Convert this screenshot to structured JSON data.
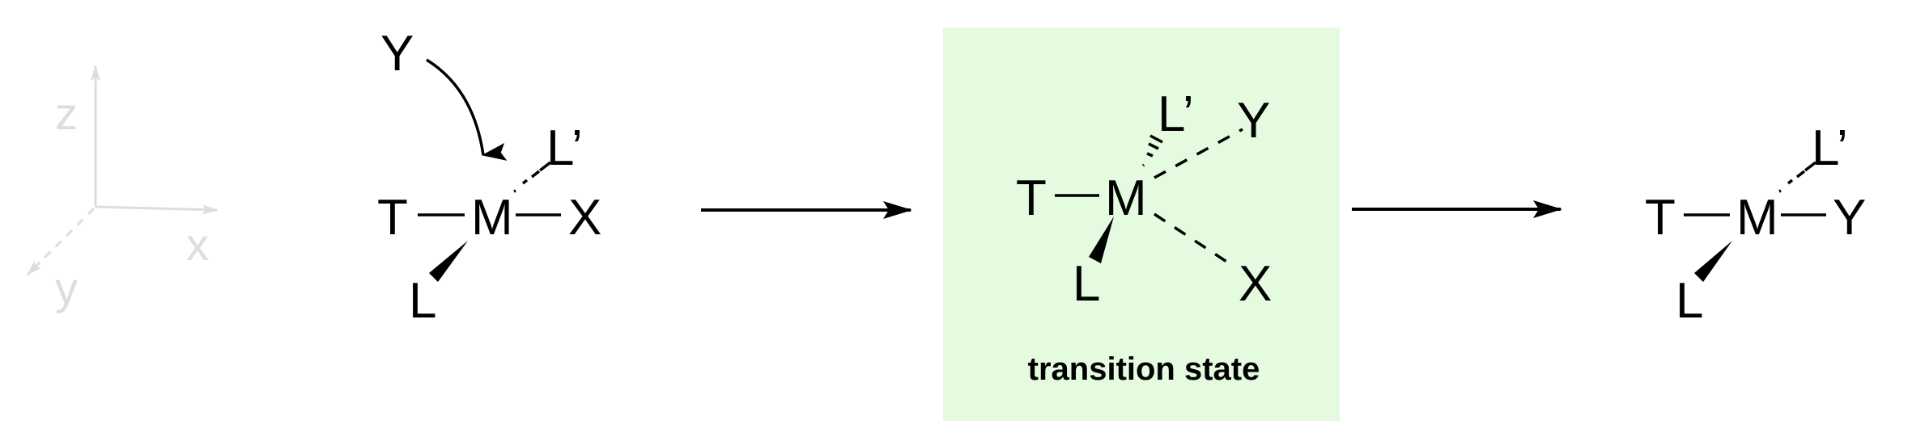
{
  "axes": {
    "color": "#dddddd",
    "labels": {
      "z": "z",
      "x": "x",
      "y": "y"
    }
  },
  "reactant": {
    "nucleophile": "Y",
    "atoms": {
      "T": "T",
      "M": "M",
      "X": "X",
      "L_prime": "L’",
      "L": "L"
    }
  },
  "reaction_arrow_1": {
    "label": ""
  },
  "transition_state": {
    "background": "#e4fbe0",
    "caption": "transition state",
    "atoms": {
      "T": "T",
      "M": "M",
      "L_prime": "L’",
      "Y": "Y",
      "L": "L",
      "X": "X"
    }
  },
  "reaction_arrow_2": {
    "label": ""
  },
  "product": {
    "atoms": {
      "T": "T",
      "M": "M",
      "Y": "Y",
      "L_prime": "L’",
      "L": "L"
    }
  }
}
